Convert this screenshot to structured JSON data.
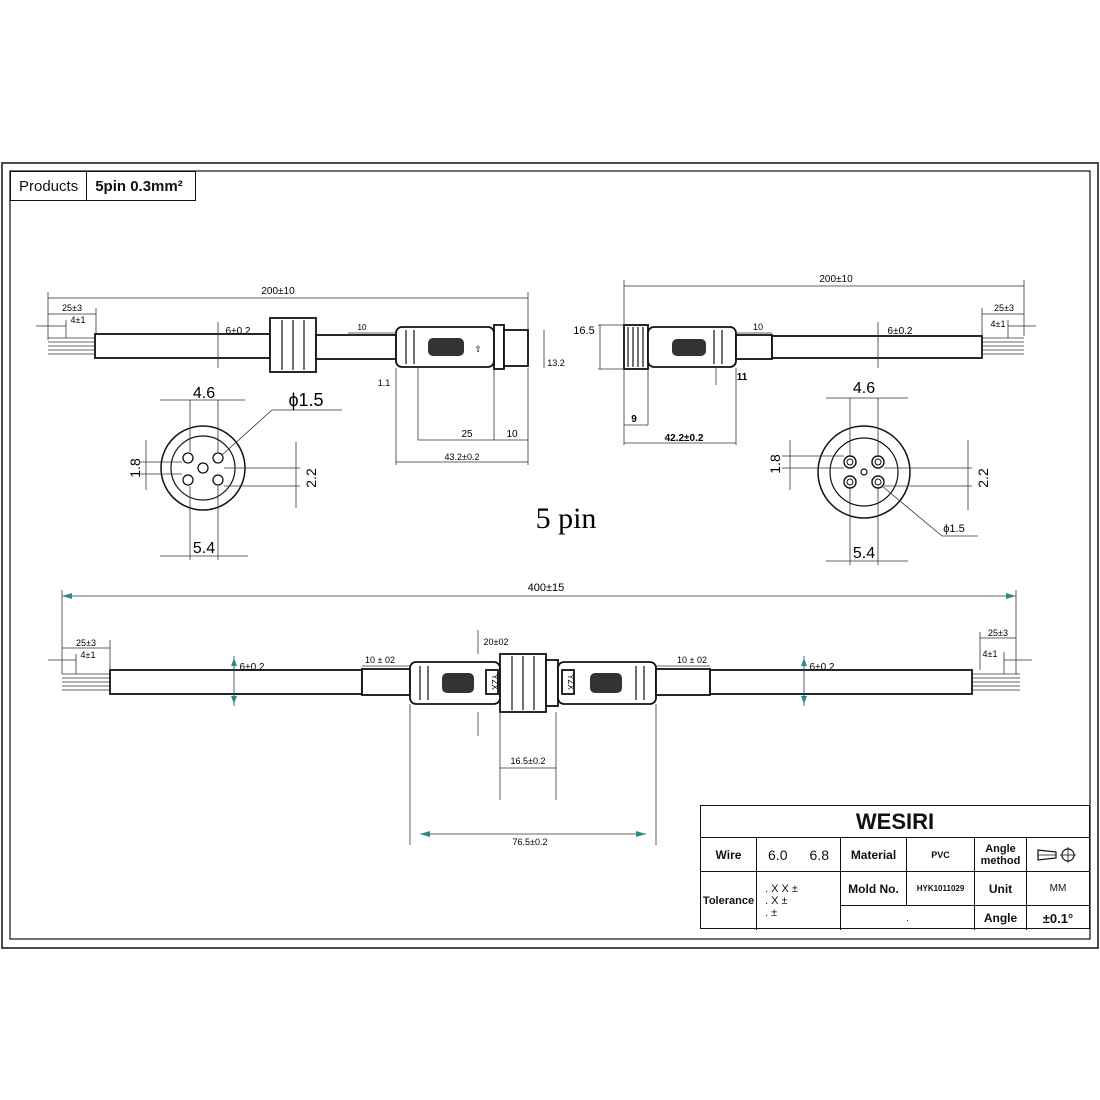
{
  "header": {
    "products_label": "Products",
    "spec": "5pin  0.3mm²"
  },
  "diagram_title": "5 pin",
  "dims": {
    "len_200": "200±10",
    "strip_25": "25±3",
    "strip_4": "4±1",
    "dia_6": "6±0.2",
    "d_10": "10",
    "d_10b": "10 ± 02",
    "d_13_2": "13.2",
    "d_1_1": "1.1",
    "d_25": "25",
    "d_43_2": "43.2±0.2",
    "d_16_5": "16.5",
    "d_11": "11",
    "d_9": "9",
    "d_42_2": "42.2±0.2",
    "pin_4_6": "4.6",
    "pin_1_5": "ϕ1.5",
    "pin_1_5b": "ϕ1.5",
    "pin_1_8": "1.8",
    "pin_2_2": "2.2",
    "pin_5_4": "5.4",
    "len_400": "400±15",
    "d_20": "20±02",
    "d_16_5b": "16.5±0.2",
    "d_76_5": "76.5±0.2",
    "mark": "YZX"
  },
  "title_block": {
    "company": "WESIRI",
    "wire_label": "Wire",
    "wire_v1": "6.0",
    "wire_v2": "6.8",
    "material_label": "Material",
    "material_value": "PVC",
    "angle_method_label": "Angle method",
    "tolerance_label": "Tolerance",
    "tol_1": ". X X ±",
    "tol_2": ". X ±",
    "tol_3": ". ±",
    "mold_label": "Mold No.",
    "mold_value": "HYK1011029",
    "unit_label": "Unit",
    "unit_value": "MM",
    "angle_label": "Angle",
    "angle_value": "±0.1°",
    "empty_dot": "."
  }
}
